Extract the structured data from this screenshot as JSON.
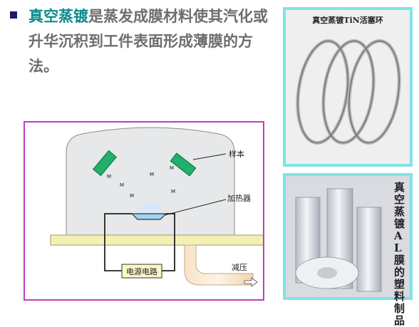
{
  "definition": {
    "term": "真空蒸镀",
    "text": "是蒸发成膜材料使其汽化或升华沉积到工件表面形成薄膜的方法。"
  },
  "diagram": {
    "label_sample": "样本",
    "label_heater": "加热器",
    "label_power": "电源电路",
    "label_pump": "减压",
    "particle_symbol": "M"
  },
  "photo_rings": {
    "caption": "真空蒸镀TiN活塞环"
  },
  "photo_film": {
    "caption": "真空蒸镀AL膜的塑料制品"
  },
  "colors": {
    "term": "#0c8a8c",
    "text": "#6e6e6e",
    "diagram_border": "#c23bc2",
    "photo_border": "#7fe3e8",
    "sample": "#1fb06a"
  }
}
